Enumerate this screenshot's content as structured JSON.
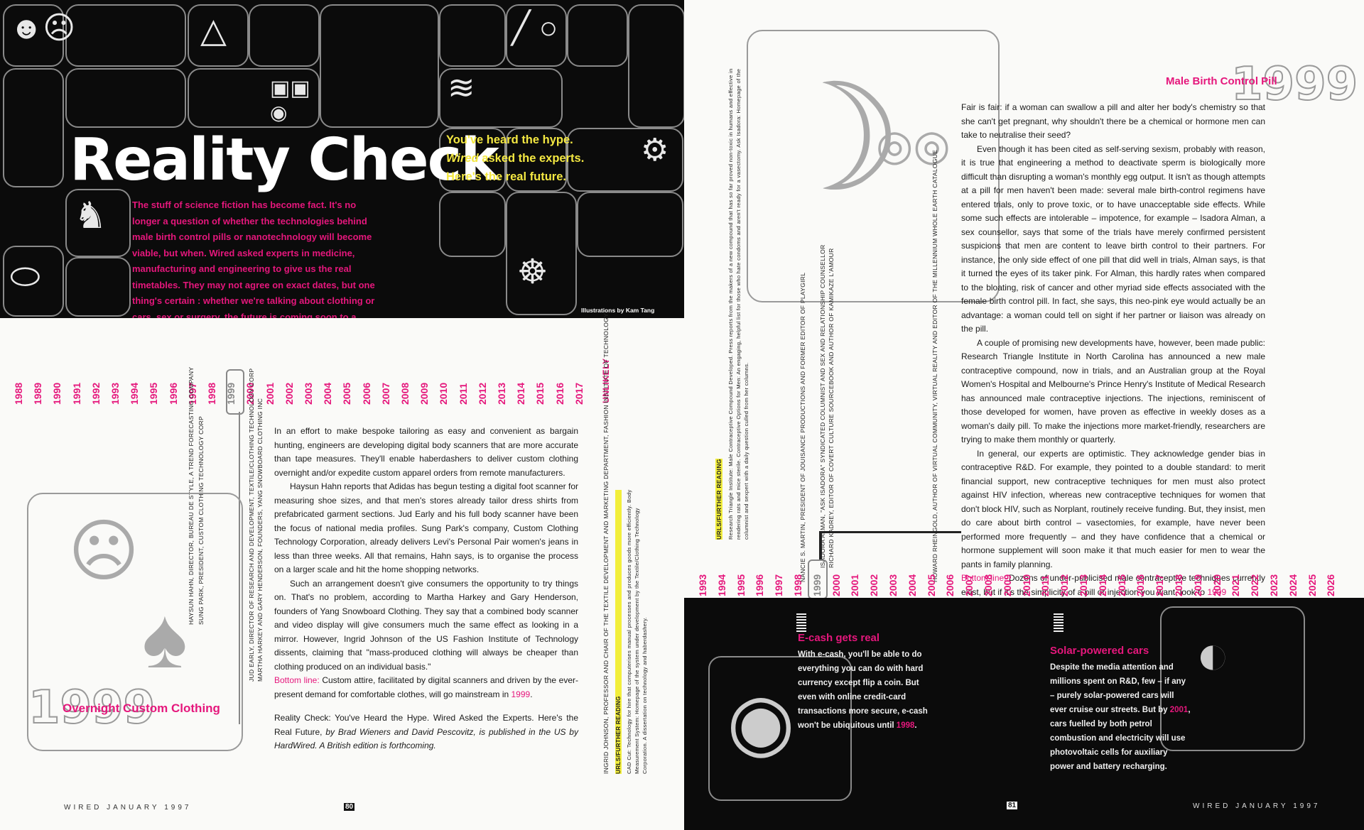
{
  "left_page": {
    "hero": {
      "title": "Reality Check",
      "tagline_line1": "You've heard the hype.",
      "tagline_line2_em": "Wired",
      "tagline_line2_rest": " asked the experts.",
      "tagline_line3": "Here's the real future.",
      "intro": "The stuff of science fiction has become fact. It's no longer a question of whether the technologies behind male birth control pills or nanotechnology will become viable, but when. Wired asked experts in medicine, manufacturing and engineering to give us the real timetables. They may not agree on exact dates, but one thing's certain : whether we're talking about clothing or cars, sex or surgery, the future is coming soon to a present near you.",
      "credit": "Illustrations by Kam Tang"
    },
    "timeline_years": [
      "1988",
      "1989",
      "1990",
      "1991",
      "1992",
      "1993",
      "1994",
      "1995",
      "1996",
      "1997",
      "1998",
      "1999",
      "2000",
      "2001",
      "2002",
      "2003",
      "2004",
      "2005",
      "2006",
      "2007",
      "2008",
      "2009",
      "2010",
      "2011",
      "2012",
      "2013",
      "2014",
      "2015",
      "2016",
      "2017"
    ],
    "timeline_end": "UNLIKELY",
    "timeline_highlight": "1999",
    "experts": [
      "HAYSUN HAHN, DIRECTOR, BUREAU DE STYLE, A TREND FORECASTING COMPANY",
      "SUNG PARK, PRESIDENT, CUSTOM CLOTHING TECHNOLOGY CORP",
      "JUD EARLY, DIRECTOR OF RESEARCH AND DEVELOPMENT, TEXTILE/CLOTHING TECHNOLOGY CORP",
      "MARTHA HARKEY AND GARY HENDERSON, FOUNDERS, YANG SNOWBOARD CLOTHING INC",
      "INGRID JOHNSON, PROFESSOR AND CHAIR OF THE TEXTILE DEVELOPMENT AND MARKETING DEPARTMENT, FASHION INSTITUTE OF TECHNOLOGY"
    ],
    "further_reading_label": "URLS/FURTHER READING",
    "further_reading": "CAD Cut: Technology for hire that computerises manual processes and produces goods more efficiently. Body Measurement System: Homepage of the system under development by the Textile/Clothing Technology Corporation. A dissertation on technology and haberdashery.",
    "article_title": "Overnight Custom Clothing",
    "article_year": "1999",
    "article_paragraphs": [
      "In an effort to make bespoke tailoring as easy and convenient as bargain hunting, engineers are developing digital body scanners that are more accurate than tape measures. They'll enable haberdashers to deliver custom clothing overnight and/or expedite custom apparel orders from remote manufacturers.",
      "Haysun Hahn reports that Adidas has begun testing a digital foot scanner for measuring shoe sizes, and that men's stores already tailor dress shirts from prefabricated garment sections. Jud Early and his full body scanner have been the focus of national media profiles. Sung Park's company, Custom Clothing Technology Corporation, already delivers Levi's Personal Pair women's jeans in less than three weeks. All that remains, Hahn says, is to organise the process on a larger scale and hit the home shopping networks.",
      "Such an arrangement doesn't give consumers the opportunity to try things on. That's no problem, according to Martha Harkey and Gary Henderson, founders of Yang Snowboard Clothing. They say that a combined body scanner and video display will give consumers much the same effect as looking in a mirror. However, Ingrid Johnson of the US Fashion Institute of Technology dissents, claiming that \"mass-produced clothing will always be cheaper than clothing produced on an individual basis.\""
    ],
    "bottom_line_label": "Bottom line:",
    "bottom_line_text": " Custom attire, facilitated by digital scanners and driven by the ever-present demand for comfortable clothes, will go mainstream in ",
    "bottom_line_year": "1999",
    "book_note_main": "Reality Check: You've Heard the Hype. Wired Asked the Experts. Here's the Real Future, ",
    "book_note_italic": "by Brad Wieners and David Pescovitz, is published in the US by HardWired. A British edition is forthcoming.",
    "footer": "WIRED JANUARY 1997",
    "page_number": "80"
  },
  "right_page": {
    "article_title": "Male Birth Control Pill",
    "article_year": "1999",
    "article_paragraphs": [
      "Fair is fair: if a woman can swallow a pill and alter her body's chemistry so that she can't get pregnant, why shouldn't there be a chemical or hormone men can take to neutralise their seed?",
      "Even though it has been cited as self-serving sexism, probably with reason, it is true that engineering a method to deactivate sperm is biologically more difficult than disrupting a woman's monthly egg output. It isn't as though attempts at a pill for men haven't been made: several male birth-control regimens have entered trials, only to prove toxic, or to have unacceptable side effects. While some such effects are intolerable – impotence, for example – Isadora Alman, a sex counsellor, says that some of the trials have merely confirmed persistent suspicions that men are content to leave birth control to their partners. For instance, the only side effect of one pill that did well in trials, Alman says, is that it turned the eyes of its taker pink. For Alman, this hardly rates when compared to the bloating, risk of cancer and other myriad side effects associated with the female birth control pill. In fact, she says, this neo-pink eye would actually be an advantage: a woman could tell on sight if her partner or liaison was already on the pill.",
      "A couple of promising new developments have, however, been made public: Research Triangle Institute in North Carolina has announced a new male contraceptive compound, now in trials, and an Australian group at the Royal Women's Hospital and Melbourne's Prince Henry's Institute of Medical Research has announced male contraceptive injections. The injections, reminiscent of those developed for women, have proven as effective in weekly doses as a woman's daily pill. To make the injections more market-friendly, researchers are trying to make them monthly or quarterly.",
      "In general, our experts are optimistic. They acknowledge gender bias in contraceptive R&D. For example, they pointed to a double standard: to merit financial support, new contraceptive techniques for men must also protect against HIV infection, whereas new contraceptive techniques for women that don't block HIV, such as Norplant, routinely receive funding. But, they insist, men do care about birth control – vasectomies, for example, have never been performed more frequently – and they have confidence that a chemical or hormone supplement will soon make it that much easier for men to wear the pants in family planning."
    ],
    "bottom_line_label": "Bottom line:",
    "bottom_line_text": " Dozens of under-publicised male contraceptive techniques currently exist, but if it's the simplicity of a pill or injection you want, look to ",
    "bottom_line_year": "1999",
    "further_reading_label": "URLS/FURTHER READING",
    "further_reading": "Research Triangle Institute: Male Contraceptive Compound Developed. Press reports from the makers of a new compound that has so far proved non-toxic in humans and effective in rendering rats and mice sterile. Contraceptive Options for Men: An engaging, helpful list for those who hate condoms and aren't ready for a vasectomy. Ask Isadora: Homepage of the columnist and sexpert with a daily question culled from her columns.",
    "experts": [
      "NANCIE S. MARTIN, PRESIDENT OF JOUISANCE PRODUCTIONS AND FORMER EDITOR OF PLAYGIRL",
      "ISADORA ALMAN, \"ASK ISADORA\" SYNDICATED COLUMNIST AND SEX AND RELATIONSHIP COUNSELLOR",
      "RICHARD KADREY, EDITOR OF COVERT CULTURE SOURCEBOOK AND AUTHOR OF KAMIKAZE L'AMOUR",
      "HOWARD RHEINGOLD, AUTHOR OF VIRTUAL COMMUNITY, VIRTUAL REALITY AND EDITOR OF THE MILLENNIUM WHOLE EARTH CATALOGUE"
    ],
    "timeline_years": [
      "1993",
      "1994",
      "1995",
      "1996",
      "1997",
      "1998",
      "1999",
      "2000",
      "2001",
      "2002",
      "2003",
      "2004",
      "2005",
      "2006",
      "2007",
      "2008",
      "2009",
      "2010",
      "2011",
      "2012",
      "2013",
      "2014",
      "2015",
      "2016",
      "2017",
      "2018",
      "2019",
      "2020",
      "2021",
      "2022",
      "2023",
      "2024",
      "2025",
      "2026"
    ],
    "timeline_highlight": "1999",
    "ecash": {
      "title": "E-cash gets real",
      "body": "With e-cash, you'll be able to do everything you can do with hard currency except flip a coin. But even with online credit-card transactions more secure, e-cash won't be ubiquitous until ",
      "year": "1998"
    },
    "solar": {
      "title": "Solar-powered cars",
      "body": "Despite the media attention and millions spent on R&D, few – if any – purely solar-powered cars will ever cruise our streets. But by ",
      "year": "2001",
      "body2": ", cars fuelled by both petrol combustion and electricity will use photovoltaic cells for auxiliary power and battery recharging."
    },
    "footer": "WIRED JANUARY 1997",
    "page_number": "81"
  }
}
